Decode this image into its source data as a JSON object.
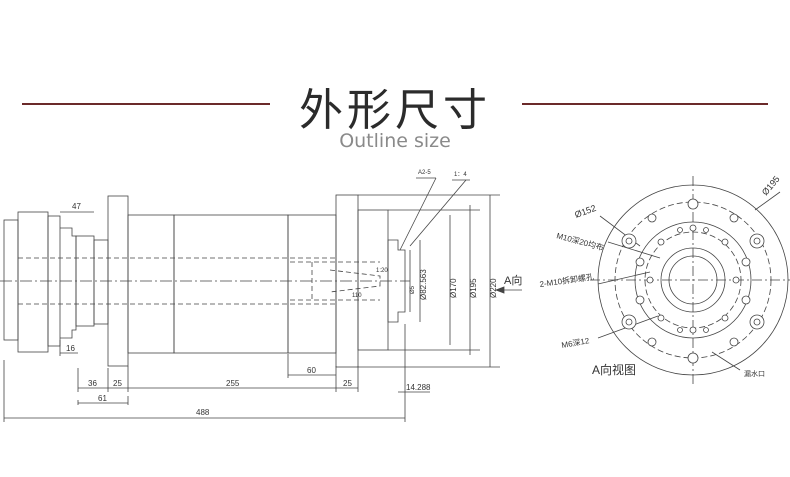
{
  "header": {
    "title": "外形尺寸",
    "subtitle": "Outline size"
  },
  "side_view": {
    "dim_47": "47",
    "dim_16": "16",
    "dim_36": "36",
    "dim_25a": "25",
    "dim_255": "255",
    "dim_60": "60",
    "dim_25b": "25",
    "dim_61": "61",
    "dim_488": "488",
    "dim_14288": "14.288",
    "taper_1_20": "1:20",
    "dim_110": "110",
    "d_small": "Ø5",
    "d_8256": "Ø82.563",
    "d_170": "Ø170",
    "d_195": "Ø195",
    "d_220": "Ø220",
    "callout_a2_5": "A2-5",
    "callout_1_4": "1：4",
    "arrow_a": "A向"
  },
  "front_view": {
    "d_195": "Ø195",
    "d_152": "Ø152",
    "m10_deep20": "M10深20均布",
    "m10_remove": "2-M10拆卸螺孔",
    "m6_deep12": "M6深12",
    "view_label": "A向视图",
    "drain": "漏水口"
  }
}
